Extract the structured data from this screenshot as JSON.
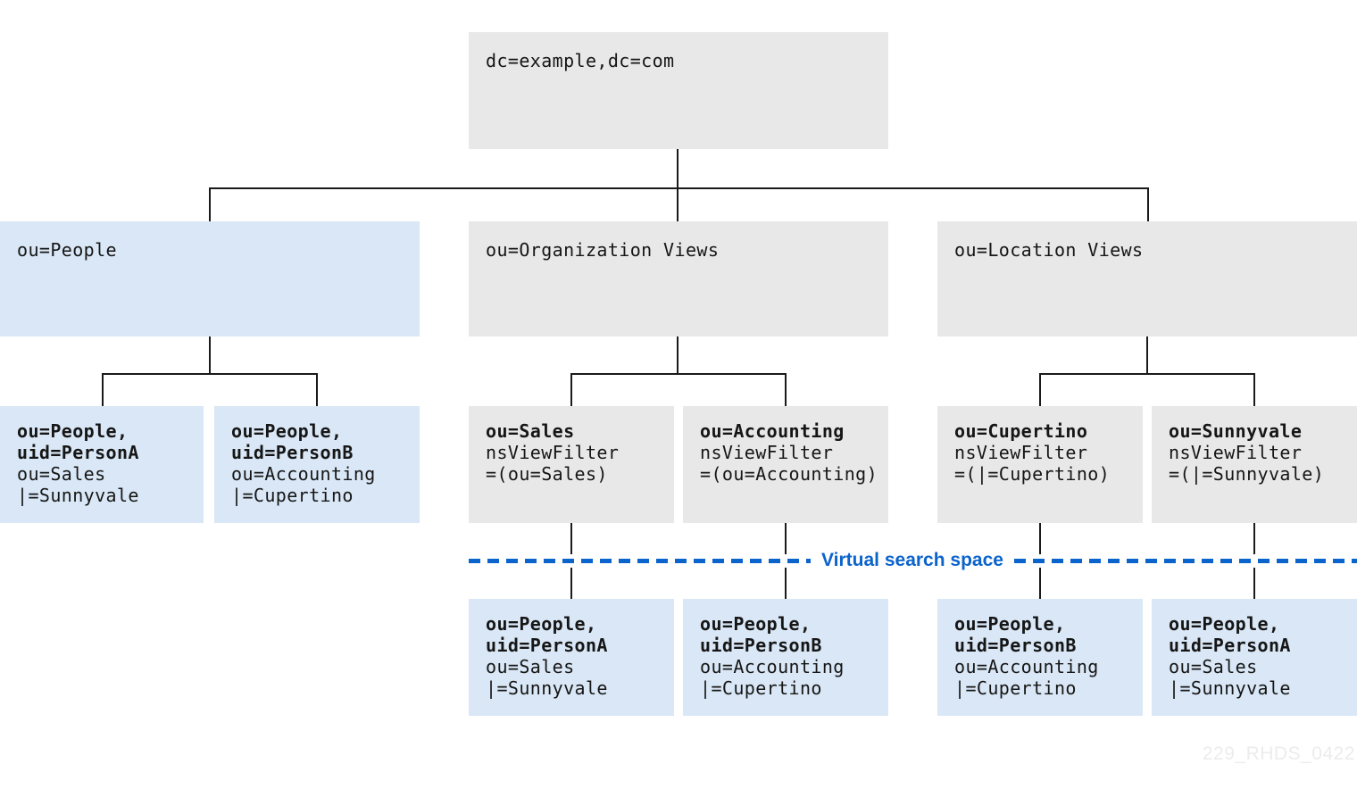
{
  "colors": {
    "box_gray": "#e8e8e8",
    "box_blue": "#d9e7f6",
    "accent_blue": "#0b63cc",
    "connector": "#1a1a1a",
    "text": "#161616",
    "watermark": "#ececec"
  },
  "root": {
    "label": "dc=example,dc=com"
  },
  "level1": [
    {
      "id": "people",
      "label": "ou=People"
    },
    {
      "id": "org-views",
      "label": "ou=Organization Views"
    },
    {
      "id": "location-views",
      "label": "ou=Location Views"
    }
  ],
  "level2": [
    {
      "bold": [
        "ou=People,",
        "uid=PersonA"
      ],
      "plain": [
        "ou=Sales",
        "|=Sunnyvale"
      ]
    },
    {
      "bold": [
        "ou=People,",
        "uid=PersonB"
      ],
      "plain": [
        "ou=Accounting",
        "|=Cupertino"
      ]
    },
    {
      "bold": [
        "ou=Sales"
      ],
      "plain": [
        "nsViewFilter",
        "=(ou=Sales)"
      ]
    },
    {
      "bold": [
        "ou=Accounting"
      ],
      "plain": [
        "nsViewFilter",
        "=(ou=Accounting)"
      ]
    },
    {
      "bold": [
        "ou=Cupertino"
      ],
      "plain": [
        "nsViewFilter",
        "=(|=Cupertino)"
      ]
    },
    {
      "bold": [
        "ou=Sunnyvale"
      ],
      "plain": [
        "nsViewFilter",
        "=(|=Sunnyvale)"
      ]
    }
  ],
  "level3": [
    {
      "bold": [
        "ou=People,",
        "uid=PersonA"
      ],
      "plain": [
        "ou=Sales",
        "|=Sunnyvale"
      ]
    },
    {
      "bold": [
        "ou=People,",
        "uid=PersonB"
      ],
      "plain": [
        "ou=Accounting",
        "|=Cupertino"
      ]
    },
    {
      "bold": [
        "ou=People,",
        "uid=PersonB"
      ],
      "plain": [
        "ou=Accounting",
        "|=Cupertino"
      ]
    },
    {
      "bold": [
        "ou=People,",
        "uid=PersonA"
      ],
      "plain": [
        "ou=Sales",
        "|=Sunnyvale"
      ]
    }
  ],
  "virtual_search": {
    "label": "Virtual search space"
  },
  "watermark": "229_RHDS_0422"
}
